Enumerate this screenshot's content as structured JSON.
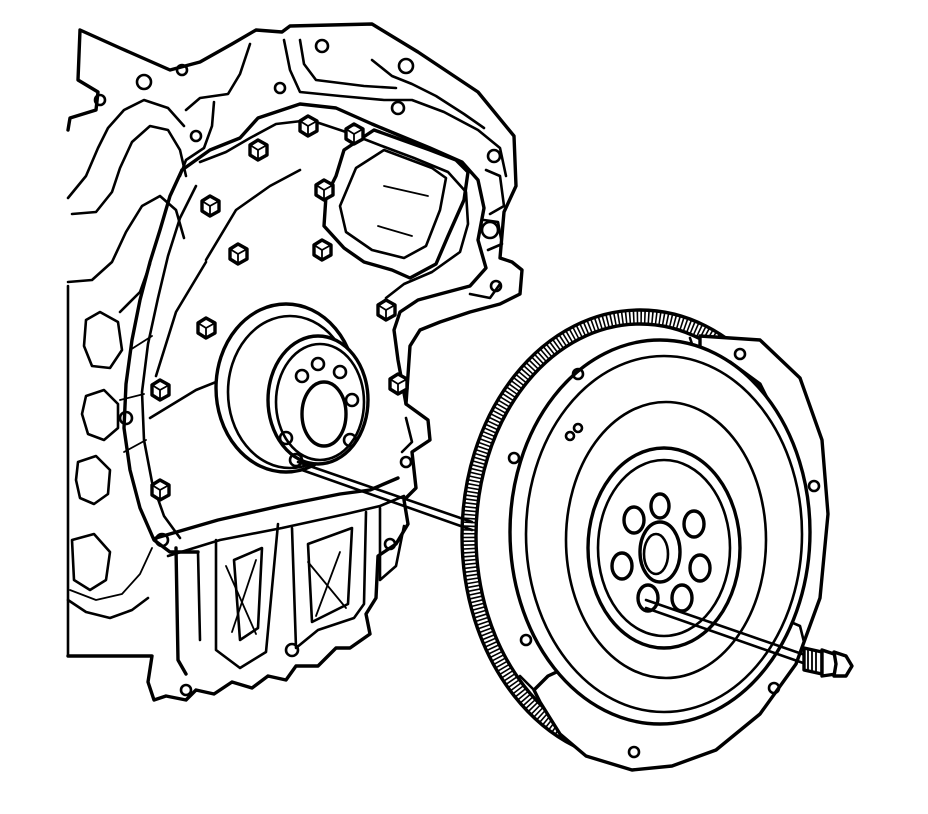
{
  "figure": {
    "stroke_color": "#000000",
    "background_color": "#ffffff",
    "parts": [
      "engine-block",
      "crankshaft-flange",
      "flywheel",
      "ring-gear",
      "flywheel-bolt",
      "bolt-alignment-lines"
    ]
  }
}
